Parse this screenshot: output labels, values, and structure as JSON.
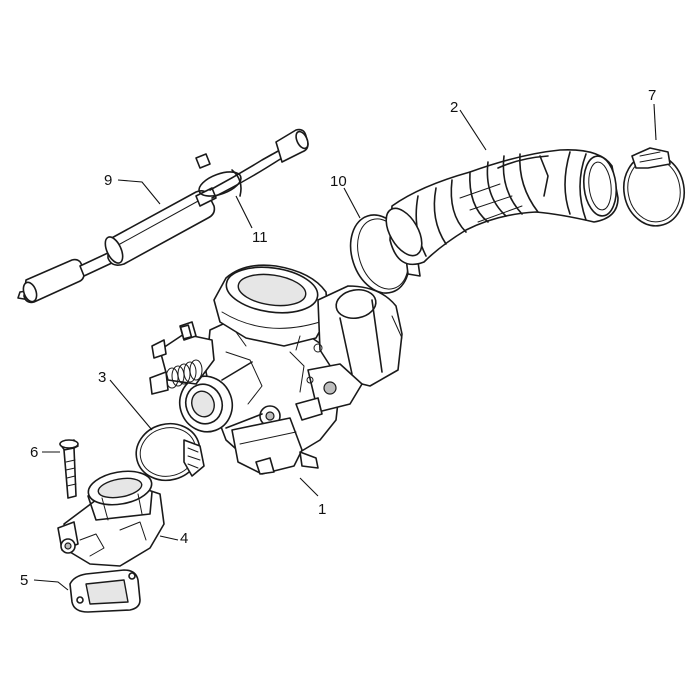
{
  "callouts": [
    {
      "id": "carburetor",
      "label": "1"
    },
    {
      "id": "intake-hose",
      "label": "2"
    },
    {
      "id": "clamp-3",
      "label": "3"
    },
    {
      "id": "intake-manifold",
      "label": "4"
    },
    {
      "id": "gasket",
      "label": "5"
    },
    {
      "id": "bolt",
      "label": "6"
    },
    {
      "id": "clamp-7",
      "label": "7"
    },
    {
      "id": "cable",
      "label": "9"
    },
    {
      "id": "clamp-10",
      "label": "10"
    },
    {
      "id": "cable-tie",
      "label": "11"
    }
  ]
}
